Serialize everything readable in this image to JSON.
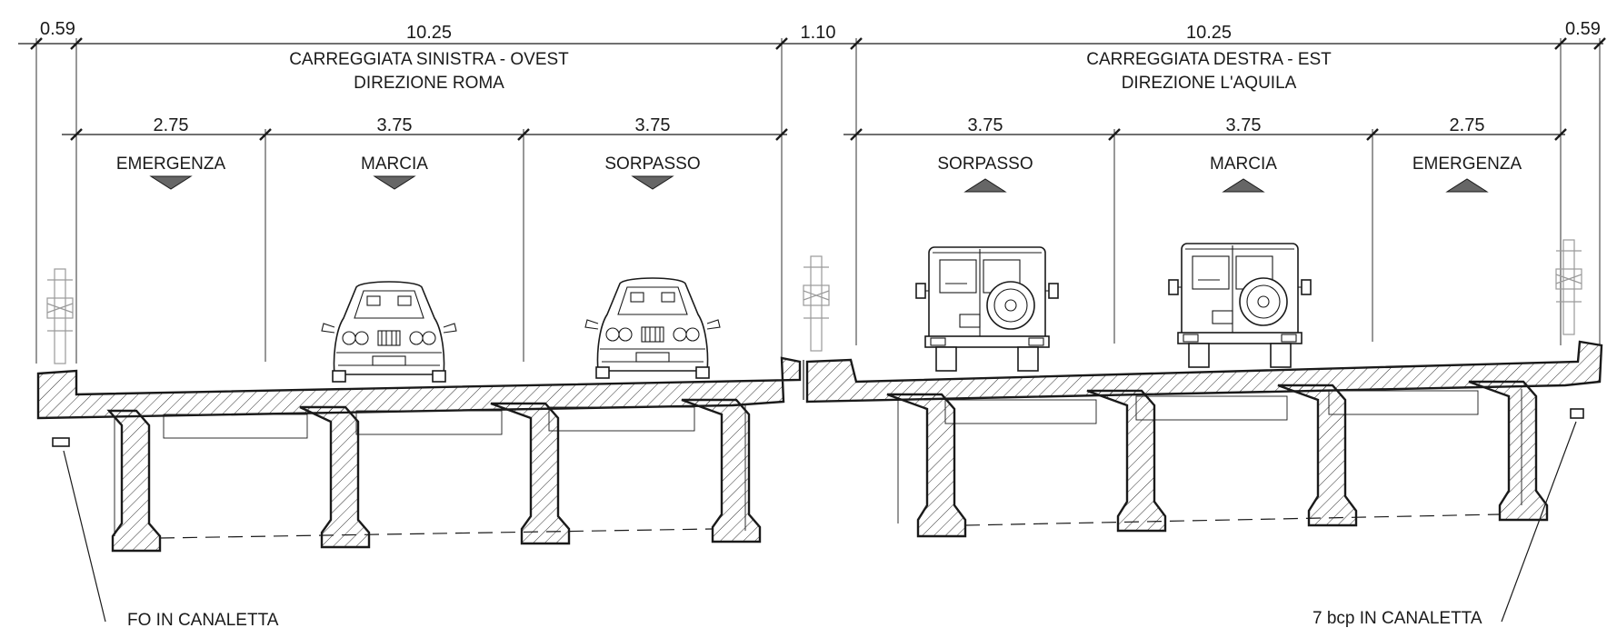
{
  "dimensions": {
    "edge_left": "0.59",
    "carriageway_left": "10.25",
    "median": "1.10",
    "carriageway_right": "10.25",
    "edge_right": "0.59"
  },
  "left_carriageway": {
    "title_line1": "CARREGGIATA SINISTRA - OVEST",
    "title_line2": "DIREZIONE ROMA",
    "lanes": [
      {
        "width": "2.75",
        "label": "EMERGENZA"
      },
      {
        "width": "3.75",
        "label": "MARCIA"
      },
      {
        "width": "3.75",
        "label": "SORPASSO"
      }
    ]
  },
  "right_carriageway": {
    "title_line1": "CARREGGIATA DESTRA - EST",
    "title_line2": "DIREZIONE L'AQUILA",
    "lanes": [
      {
        "width": "3.75",
        "label": "SORPASSO"
      },
      {
        "width": "3.75",
        "label": "MARCIA"
      },
      {
        "width": "2.75",
        "label": "EMERGENZA"
      }
    ]
  },
  "notes": {
    "left": "FO IN CANALETTA",
    "right": "7 bcp IN CANALETTA"
  },
  "vehicles": {
    "left": [
      "sedan",
      "sedan"
    ],
    "right": [
      "suv",
      "suv"
    ]
  }
}
